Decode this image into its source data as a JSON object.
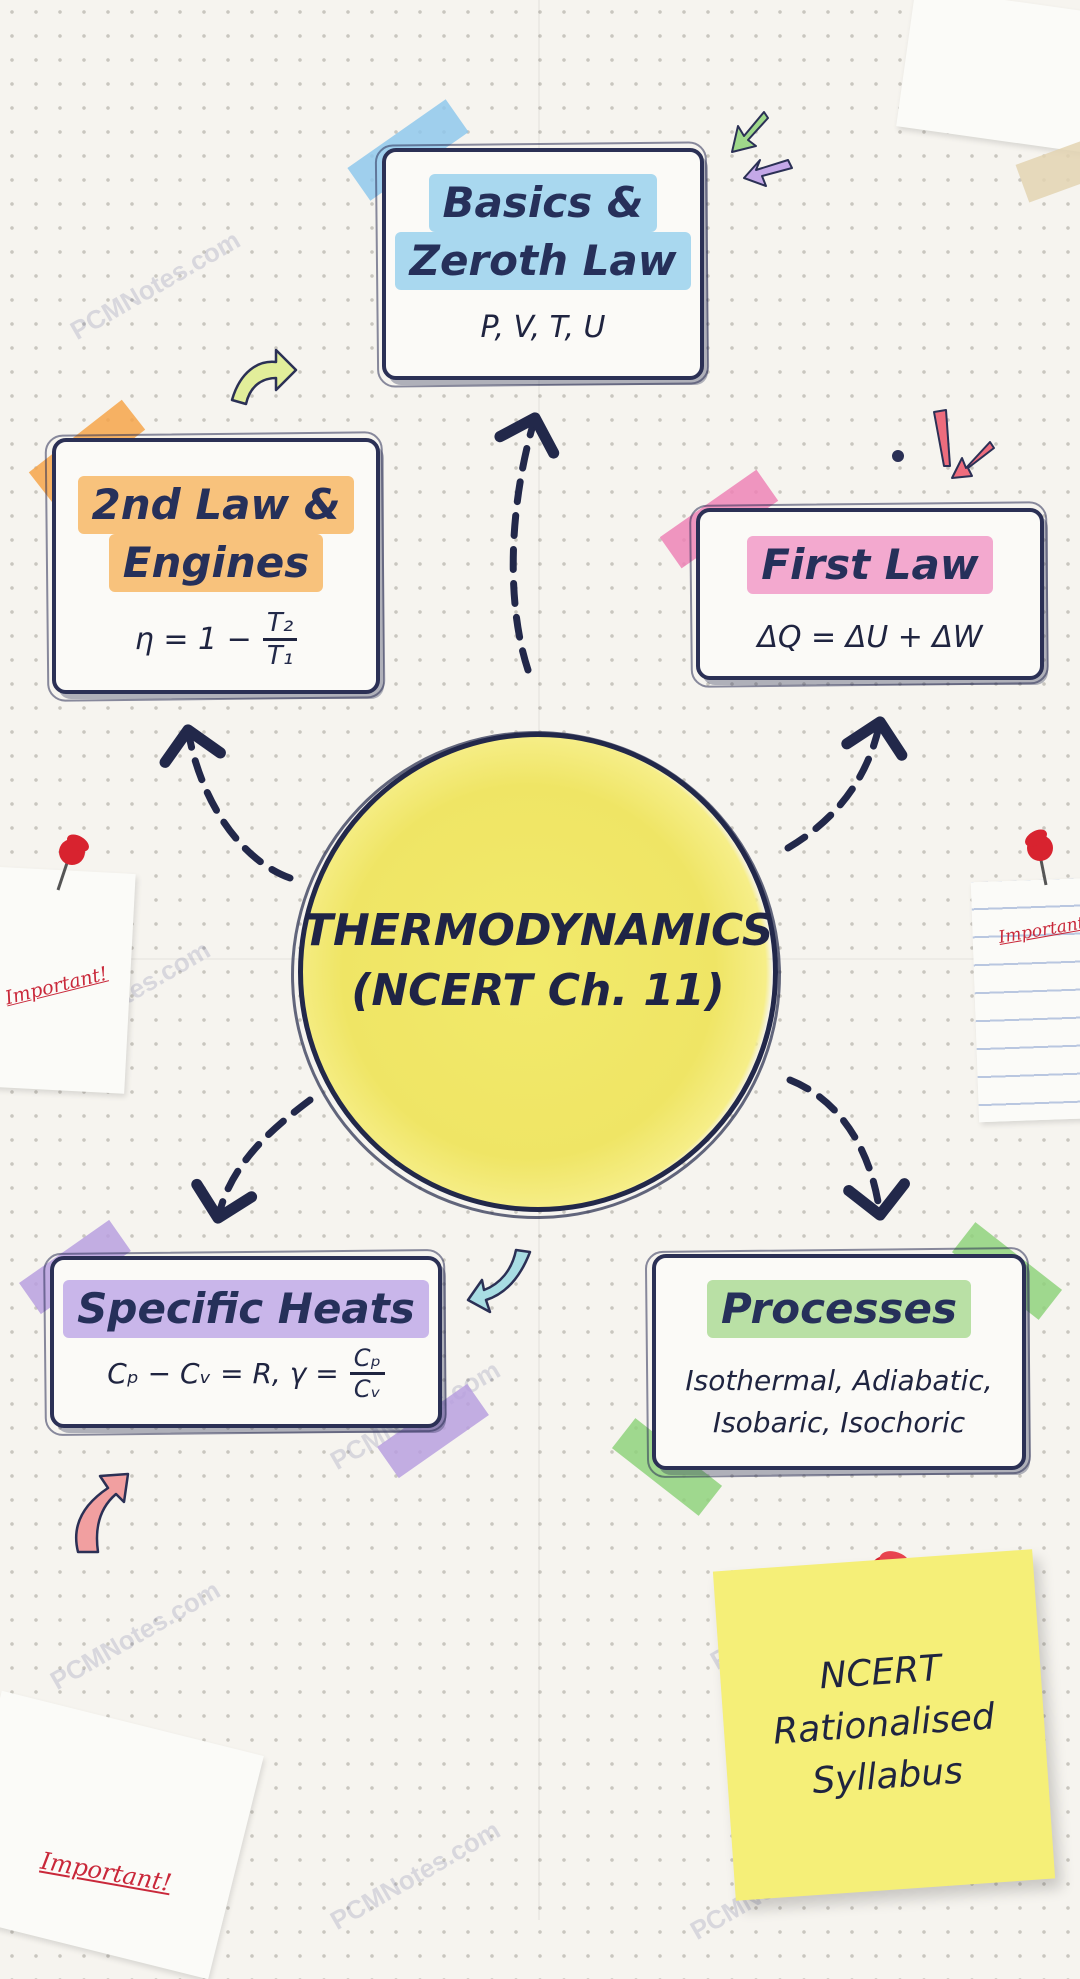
{
  "hub": {
    "line1": "THERMODYNAMICS",
    "line2": "(NCERT Ch. 11)"
  },
  "nodes": {
    "basics": {
      "title_line1": "Basics &",
      "title_line2": "Zeroth Law",
      "subtitle": "P, V, T, U"
    },
    "first_law": {
      "title": "First Law",
      "formula": "ΔQ = ΔU + ΔW"
    },
    "second_law": {
      "title_line1": "2nd Law &",
      "title_line2": "Engines",
      "formula_left": "η = 1 −",
      "fraction_num": "T₂",
      "fraction_den": "T₁"
    },
    "specific_heats": {
      "title": "Specific Heats",
      "formula_left": "Cₚ − Cᵥ = R, γ =",
      "fraction_num": "Cₚ",
      "fraction_den": "Cᵥ"
    },
    "processes": {
      "title": "Processes",
      "line1": "Isothermal, Adiabatic,",
      "line2": "Isobaric, Isochoric"
    }
  },
  "notes": {
    "left": "Important!",
    "right": "Important!",
    "bottom_left": "Important!"
  },
  "sticky_note": {
    "line1": "NCERT",
    "line2": "Rationalised",
    "line3": "Syllabus"
  },
  "watermark": "PCMNotes.com",
  "colors": {
    "ink": "#2b3055",
    "blue_highlight": "#a9d8ef",
    "pink_highlight": "#f3a9cf",
    "orange_highlight": "#f8c27c",
    "purple_highlight": "#c9b6ea",
    "green_highlight": "#b9e0a5",
    "hub_yellow": "#efe565",
    "sticky_yellow": "#f5ef78",
    "pin_red": "#d8232f"
  }
}
